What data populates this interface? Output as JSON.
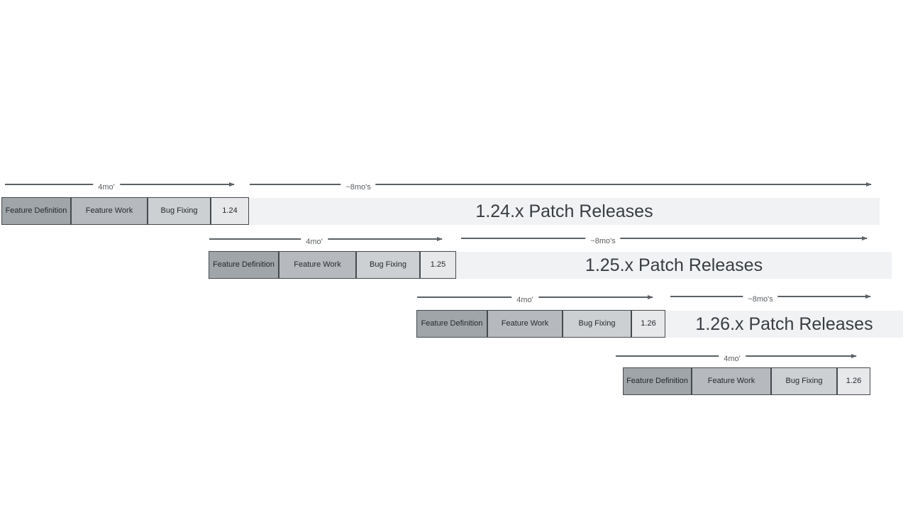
{
  "diagram": {
    "title_semantic": "release-cycle-timeline",
    "box_labels": {
      "feature_definition": "Feature Definition",
      "feature_work": "Feature Work",
      "bug_fixing": "Bug Fixing"
    },
    "arrow_labels": {
      "dev": "4mo'",
      "patch": "~8mo's"
    },
    "rows": [
      {
        "version": "1.24",
        "patch_label": "1.24.x Patch Releases"
      },
      {
        "version": "1.25",
        "patch_label": "1.25.x Patch Releases"
      },
      {
        "version": "1.26",
        "patch_label": "1.26.x Patch Releases"
      },
      {
        "version": "1.26",
        "patch_label": ""
      }
    ],
    "colors": {
      "feature_definition_fill": "#a0a5a9",
      "feature_work_fill": "#b6babe",
      "bug_fixing_fill": "#ccd0d3",
      "version_fill": "#e6e8ea",
      "patch_bar_fill": "#f1f2f4",
      "box_border": "#46494c",
      "arrow": "#5c6165",
      "box_text": "#26292c",
      "patch_text": "#393d41",
      "background": "#ffffff"
    }
  }
}
